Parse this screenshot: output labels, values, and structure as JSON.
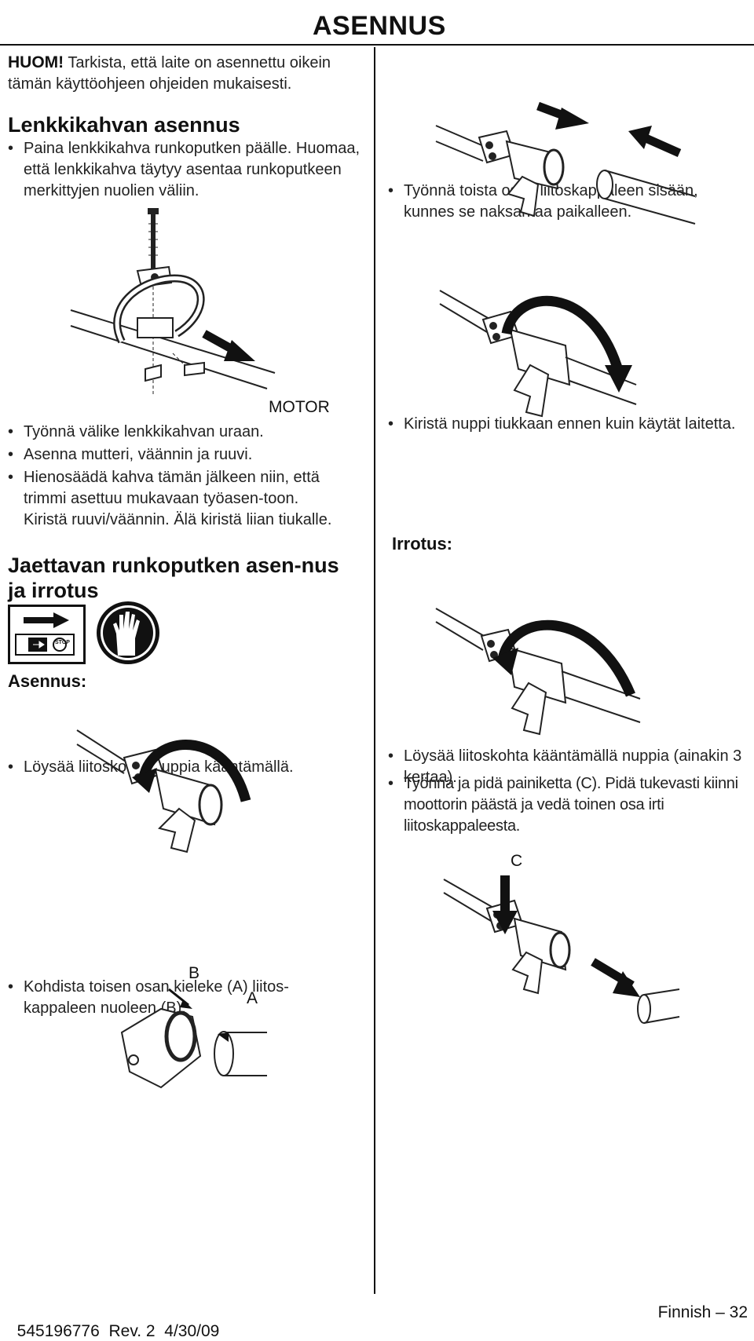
{
  "header": {
    "title": "ASENNUS"
  },
  "left": {
    "huom_label": "HUOM!",
    "huom_text": "Tarkista, että laite on asennettu oikein tämän käyttöohjeen ohjeiden mukaisesti.",
    "handle_heading": "Lenkkikahvan asennus",
    "handle_bullet_1": "Paina lenkkikahva runkoputken päälle. Huomaa, että lenkkikahva täytyy asentaa runkoputkeen merkittyjen nuolien väliin.",
    "motor_label": "MOTOR",
    "handle_bullet_2": "Työnnä välike lenkkikahvan uraan.",
    "handle_bullet_3": "Asenna mutteri, väännin ja ruuvi.",
    "handle_bullet_4": "Hienosäädä kahva tämän jälkeen niin, että trimmi asettuu mukavaan työasen-toon. Kiristä ruuvi/väännin. Älä kiristä liian tiukalle.",
    "split_heading": "Jaettavan runkoputken asen-nus ja irrotus",
    "stop_label": "STOP",
    "asennus_heading": "Asennus:",
    "asennus_bullet_1": "Löysää liitoskohta nuppia kääntämällä.",
    "asennus_bullet_2": "Kohdista toisen osan kieleke (A) liitos-kappaleen nuoleen (B).",
    "label_b": "B",
    "label_a": "A"
  },
  "right": {
    "bullet_1": "Työnnä toista osaa liitoskappaleen sisään, kunnes se naksahtaa paikalleen.",
    "bullet_2": "Kiristä nuppi tiukkaan ennen kuin käytät laitetta.",
    "irrotus_heading": "Irrotus:",
    "irrotus_bullet_1": "Löysää liitoskohta kääntämällä nuppia (ainakin 3 kertaa).",
    "irrotus_bullet_2": "Työnnä ja pidä painiketta (C). Pidä tukevasti kiinni moottorin päästä ja vedä toinen osa irti liitoskappaleesta.",
    "label_c": "C"
  },
  "footer": {
    "doc_number": "545196776",
    "revision": "Rev. 2",
    "date": "4/30/09",
    "page": "Finnish – 32"
  }
}
